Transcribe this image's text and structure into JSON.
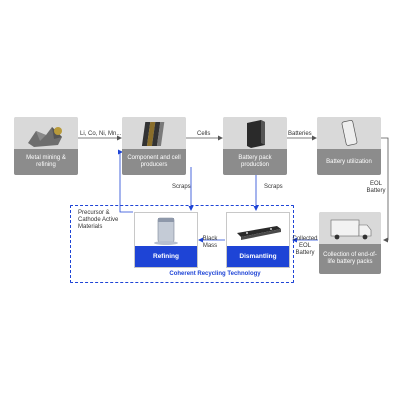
{
  "nodes": {
    "mining": {
      "label": "Metal mining & refining"
    },
    "producers": {
      "label": "Component and cell producers"
    },
    "pack": {
      "label": "Battery pack production"
    },
    "utilization": {
      "label": "Battery utilization"
    },
    "collection": {
      "label": "Collection of end-of-life battery packs"
    },
    "dismantling": {
      "label": "Dismantling"
    },
    "refining": {
      "label": "Refining"
    }
  },
  "edges": {
    "materials": "Li, Co, Ni, Mn...",
    "cells": "Cells",
    "batteries": "Batteries",
    "eol_battery": "EOL Battery",
    "collected_eol": "Collected EOL Battery",
    "black_mass": "Black Mass",
    "scraps_left": "Scraps",
    "scraps_right": "Scraps",
    "precursor": "Precursor & Cathode Active Materials"
  },
  "group": {
    "label": "Coherent Recycling Technology"
  },
  "colors": {
    "accent": "#1e44d6",
    "caption_bg": "#8c8c8c",
    "node_bg": "#d9d9d9",
    "line": "#555555"
  }
}
